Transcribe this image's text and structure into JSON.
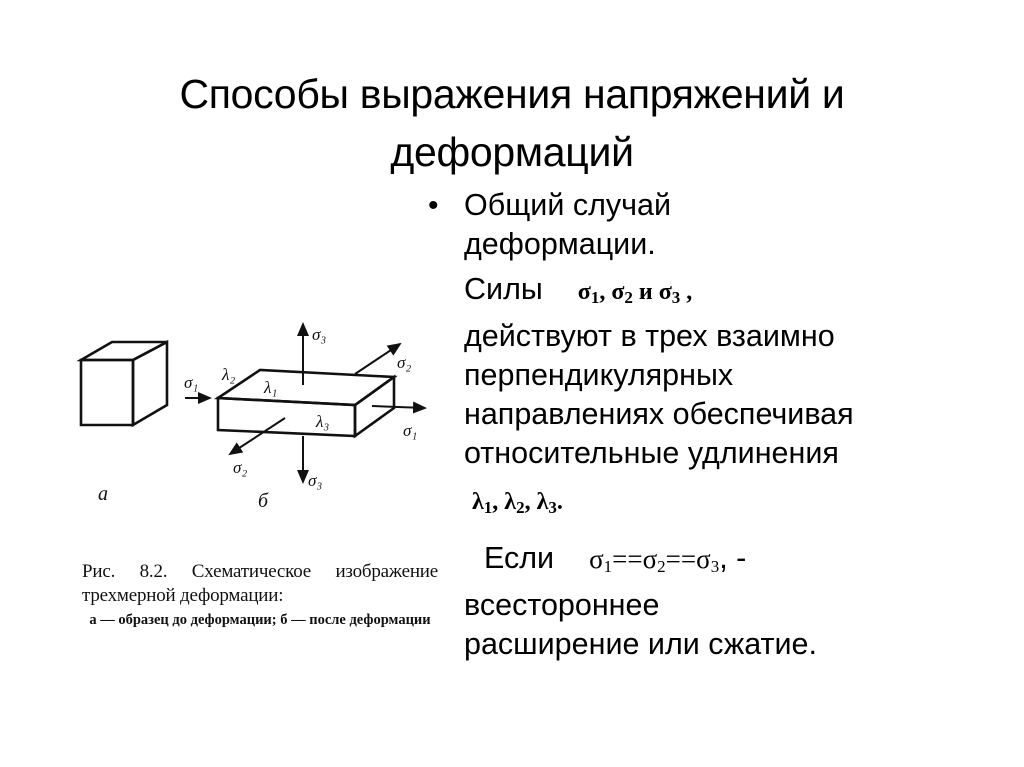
{
  "slide": {
    "title": "Способы выражения напряжений и деформаций",
    "figure": {
      "labels": {
        "sigma1_left": "σ₁",
        "sigma1_right": "σ₁",
        "sigma2_top": "σ₂",
        "sigma2_bottom": "σ₂",
        "sigma3_top": "σ₃",
        "sigma3_bottom": "σ₃",
        "lambda1": "λ₁",
        "lambda2": "λ₂",
        "lambda3": "λ₃",
        "panel_a": "а",
        "panel_b": "б"
      },
      "caption_main": "Рис. 8.2. Схематическое изображение трехмерной деформации:",
      "caption_sub": "а — образец до деформации; б — после деформации"
    },
    "bullet": {
      "heading_line1": "Общий случай",
      "heading_line2": "деформации.",
      "forces_word": "Силы",
      "forces_math": {
        "s1": "σ",
        "s1_sub": "1",
        "comma1": ",",
        "s2": "σ",
        "s2_sub": "2",
        "and": "и",
        "s3": "σ",
        "s3_sub": "3",
        "end": ","
      },
      "body_lines": [
        "действуют в трех взаимно",
        "перпендикулярных",
        "направлениях обеспечивая",
        "относительные удлинения"
      ],
      "lambdas": {
        "l1": "λ",
        "l1_sub": "1",
        "l2": "λ",
        "l2_sub": "2",
        "l3": "λ",
        "l3_sub": "3",
        "end": "."
      },
      "if_word": "Если",
      "equality": {
        "s1": "σ",
        "s1_sub": "1",
        "eq1": "==",
        "s2": "σ",
        "s2_sub": "2",
        "eq2": "==",
        "s3": "σ",
        "s3_sub": "3",
        "tail": ", -"
      },
      "conclusion_line1": "всестороннее",
      "conclusion_line2": "расширение или сжатие."
    }
  }
}
